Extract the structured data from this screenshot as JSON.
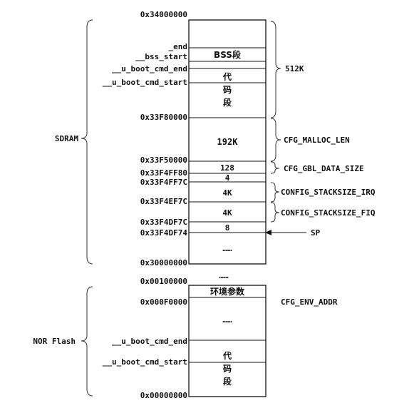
{
  "sdram": {
    "region_label": "SDRAM",
    "addresses": {
      "top": "0x34000000",
      "f80000": "0x33F80000",
      "f50000": "0x33F50000",
      "f4ff80": "0x33F4FF80",
      "f4ff7c": "0x33F4FF7C",
      "f4ef7c": "0x33F4EF7C",
      "f4df7c": "0x33F4DF7C",
      "f4df74": "0x33F4DF74",
      "bottom": "0x30000000"
    },
    "symbols": {
      "end": "_end",
      "bss_start": "__bss_start",
      "cmd_end": "__u_boot_cmd_end",
      "cmd_start": "__u_boot_cmd_start"
    },
    "cells": {
      "bss": "BSS段",
      "code": [
        "代",
        "码",
        "段"
      ],
      "malloc": "192K",
      "gbl": "128",
      "four": "4",
      "irq": "4K",
      "fiq": "4K",
      "eight": "8",
      "dots": "……"
    },
    "annotations": {
      "code_size": "512K",
      "malloc": "CFG_MALLOC_LEN",
      "gbl": "CFG_GBL_DATA_SIZE",
      "irq": "CONFIG_STACKSIZE_IRQ",
      "fiq": "CONFIG_STACKSIZE_FIQ",
      "sp": "SP"
    }
  },
  "gap": {
    "dots": "……"
  },
  "nor": {
    "region_label": "NOR Flash",
    "addresses": {
      "top": "0x00100000",
      "env": "0x000F0000",
      "bottom": "0x00000000"
    },
    "symbols": {
      "cmd_end": "__u_boot_cmd_end",
      "cmd_start": "__u_boot_cmd_start"
    },
    "cells": {
      "env": "环境参数",
      "dots": "……",
      "code": [
        "代",
        "码",
        "段"
      ]
    },
    "annotations": {
      "env": "CFG_ENV_ADDR"
    }
  }
}
